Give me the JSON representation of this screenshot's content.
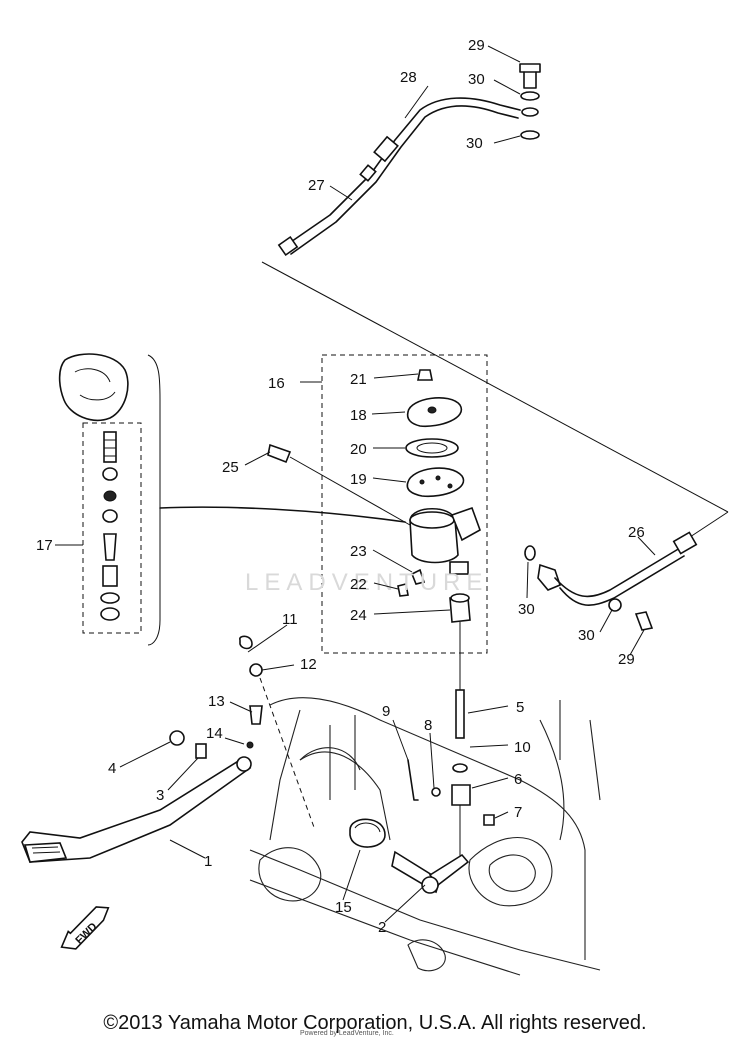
{
  "watermark": "LEADVENTURE",
  "copyright": "©2013 Yamaha Motor Corporation, U.S.A. All rights reserved.",
  "copyright_small": "Powered by LeadVenture, Inc.",
  "direction_label": "FWD",
  "callouts": [
    "1",
    "2",
    "3",
    "4",
    "5",
    "6",
    "7",
    "8",
    "9",
    "10",
    "11",
    "12",
    "13",
    "14",
    "15",
    "16",
    "17",
    "18",
    "19",
    "20",
    "21",
    "22",
    "23",
    "24",
    "25",
    "26",
    "27",
    "28",
    "29",
    "30",
    "30",
    "30",
    "30",
    "29"
  ]
}
